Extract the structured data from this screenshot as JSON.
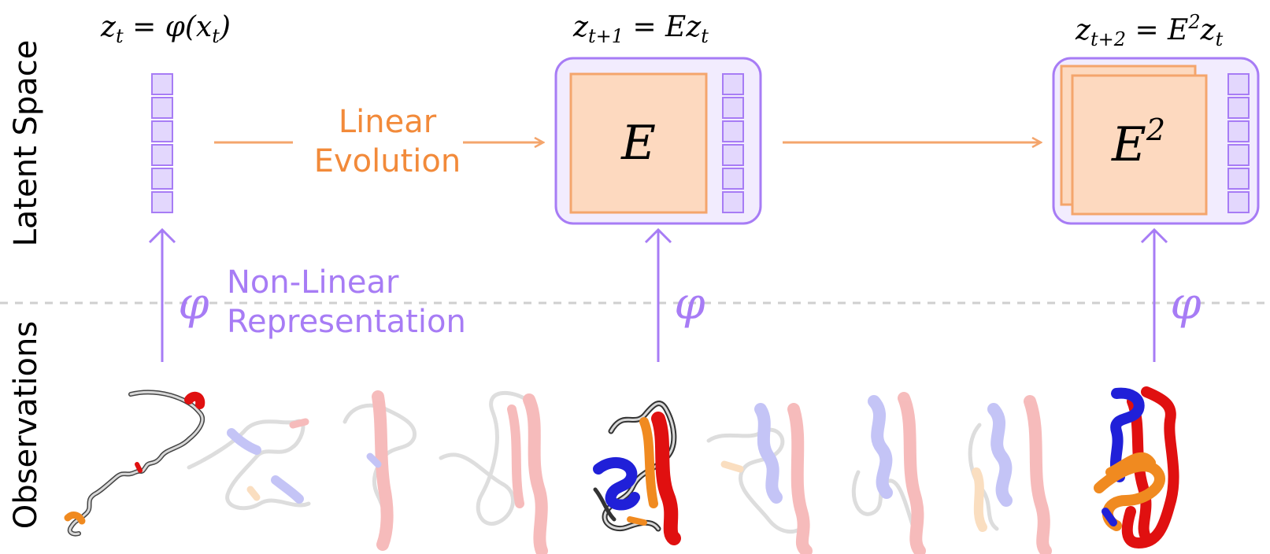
{
  "sections": {
    "latent": "Latent Space",
    "observations": "Observations"
  },
  "formulas": {
    "f1_var": "z",
    "f1_sub": "t",
    "f1_rest": " = φ(x",
    "f1_sub2": "t",
    "f1_close": ")",
    "f2_var": "z",
    "f2_sub": "t+1",
    "f2_rest": " = Ez",
    "f2_sub2": "t",
    "f3_var": "z",
    "f3_sub": "t+2",
    "f3_rest": " = E",
    "f3_sup": "2",
    "f3_rest2": "z",
    "f3_sub2": "t"
  },
  "labels": {
    "linear_line1": "Linear",
    "linear_line2": "Evolution",
    "nonlinear_line1": "Non-Linear",
    "nonlinear_line2": "Representation",
    "phi": "φ",
    "operator": "E",
    "operator2_base": "E",
    "operator2_sup": "2"
  },
  "colors": {
    "purple": "#a77cf5",
    "purple_fill": "#e3d7fd",
    "purple_bg": "#f2ecfe",
    "orange": "#f4a56c",
    "orange_fill": "#fdd9bf",
    "orange_text": "#f28a3a",
    "dashed": "#cfcfcf"
  }
}
